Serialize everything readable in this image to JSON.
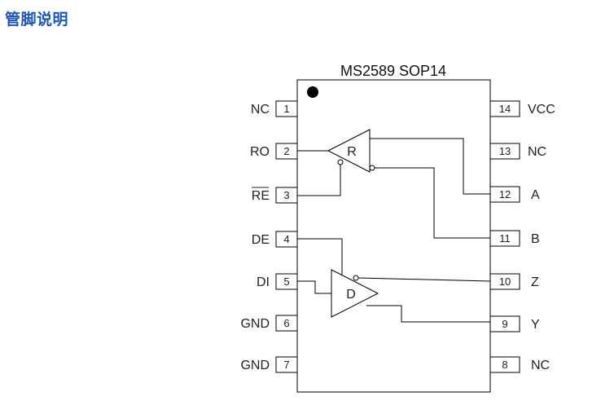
{
  "heading": "管脚说明",
  "chip": {
    "title": "MS2589 SOP14",
    "left_pins": [
      {
        "num": "1",
        "name": "NC",
        "overline": false
      },
      {
        "num": "2",
        "name": "RO",
        "overline": false
      },
      {
        "num": "3",
        "name": "RE",
        "overline": true
      },
      {
        "num": "4",
        "name": "DE",
        "overline": false
      },
      {
        "num": "5",
        "name": "DI",
        "overline": false
      },
      {
        "num": "6",
        "name": "GND",
        "overline": false
      },
      {
        "num": "7",
        "name": "GND",
        "overline": false
      }
    ],
    "right_pins": [
      {
        "num": "14",
        "name": "VCC"
      },
      {
        "num": "13",
        "name": "NC"
      },
      {
        "num": "12",
        "name": "A"
      },
      {
        "num": "11",
        "name": "B"
      },
      {
        "num": "10",
        "name": "Z"
      },
      {
        "num": "9",
        "name": "Y"
      },
      {
        "num": "8",
        "name": "NC"
      }
    ],
    "receiver_label": "R",
    "driver_label": "D"
  }
}
